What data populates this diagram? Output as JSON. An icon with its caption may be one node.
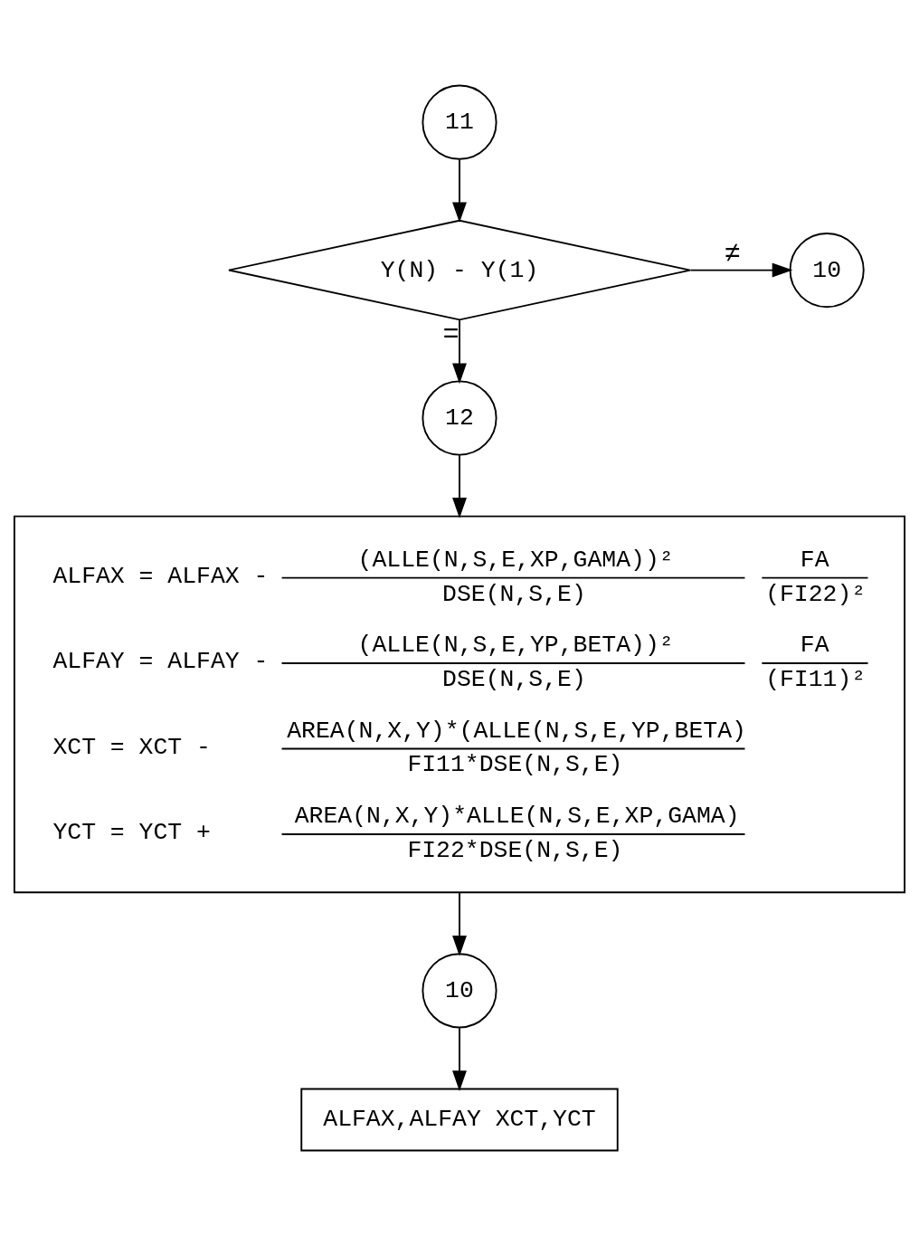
{
  "diagram": {
    "nodes": [
      {
        "text": [
          "11"
        ]
      },
      {
        "text": [
          "Y(N) - Y(1)"
        ]
      },
      {
        "text": [
          "10"
        ]
      },
      {
        "text": [
          "12"
        ]
      },
      {
        "text": [
          "ALFAX = ALFAX -",
          "(ALLE(N,S,E,XP,GAMA))²",
          "DSE(N,S,E)",
          "FA",
          "(FI22)²",
          "ALFAY = ALFAY -",
          "(ALLE(N,S,E,YP,BETA))²",
          "DSE(N,S,E)",
          "FA",
          "(FI11)²",
          "XCT = XCT -",
          "AREA(N,X,Y)*(ALLE(N,S,E,YP,BETA)",
          "FI11*DSE(N,S,E)",
          "YCT = YCT +",
          "AREA(N,X,Y)*ALLE(N,S,E,XP,GAMA)",
          "FI22*DSE(N,S,E)"
        ]
      },
      {
        "text": [
          "10"
        ]
      },
      {
        "text": [
          "ALFAX,ALFAY XCT,YCT"
        ]
      }
    ],
    "edges": [
      {
        "from": 0,
        "to": 1,
        "arrow": "to"
      },
      {
        "from": 1,
        "to": 2,
        "arrow": "to",
        "label": "≠"
      },
      {
        "from": 1,
        "to": 3,
        "arrow": "to",
        "label": "="
      },
      {
        "from": 3,
        "to": 4,
        "arrow": "to"
      },
      {
        "from": 4,
        "to": 5,
        "arrow": "to"
      },
      {
        "from": 5,
        "to": 6,
        "arrow": "to"
      }
    ]
  }
}
